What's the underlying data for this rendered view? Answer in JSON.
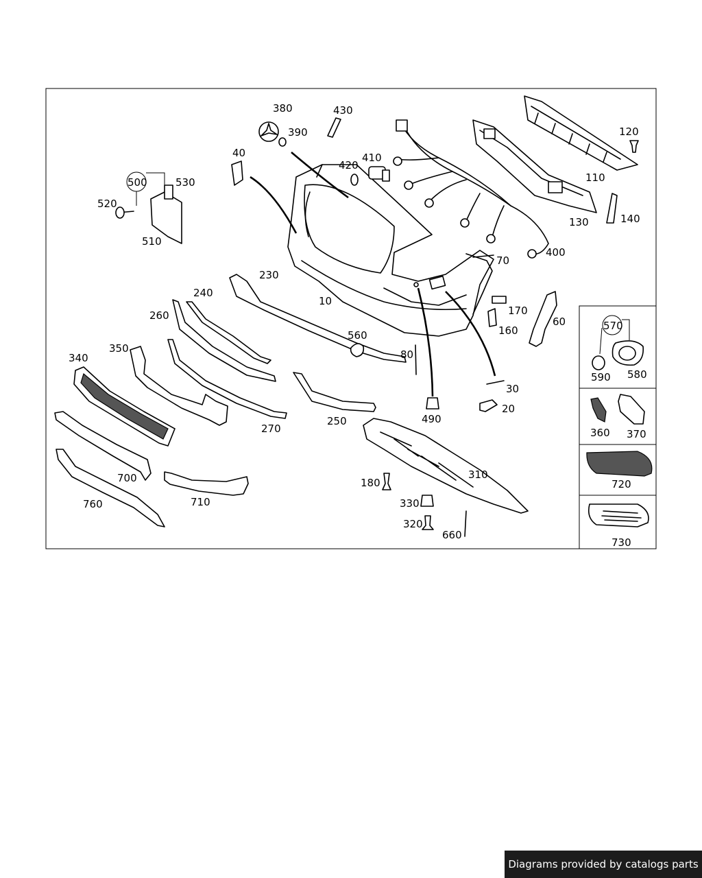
{
  "parts": {
    "p10": "10",
    "p20": "20",
    "p30": "30",
    "p40": "40",
    "p60": "60",
    "p70": "70",
    "p80": "80",
    "p110": "110",
    "p120": "120",
    "p130": "130",
    "p140": "140",
    "p160": "160",
    "p170": "170",
    "p180": "180",
    "p230": "230",
    "p240": "240",
    "p250": "250",
    "p260": "260",
    "p270": "270",
    "p310": "310",
    "p320": "320",
    "p330": "330",
    "p340": "340",
    "p350": "350",
    "p360": "360",
    "p370": "370",
    "p380": "380",
    "p390": "390",
    "p400": "400",
    "p410": "410",
    "p420": "420",
    "p430": "430",
    "p490": "490",
    "p500": "500",
    "p510": "510",
    "p520": "520",
    "p530": "530",
    "p560": "560",
    "p570": "570",
    "p580": "580",
    "p590": "590",
    "p660": "660",
    "p700": "700",
    "p710": "710",
    "p720": "720",
    "p730": "730",
    "p760": "760"
  },
  "footer": {
    "text": "Diagrams provided by catalogs parts"
  }
}
